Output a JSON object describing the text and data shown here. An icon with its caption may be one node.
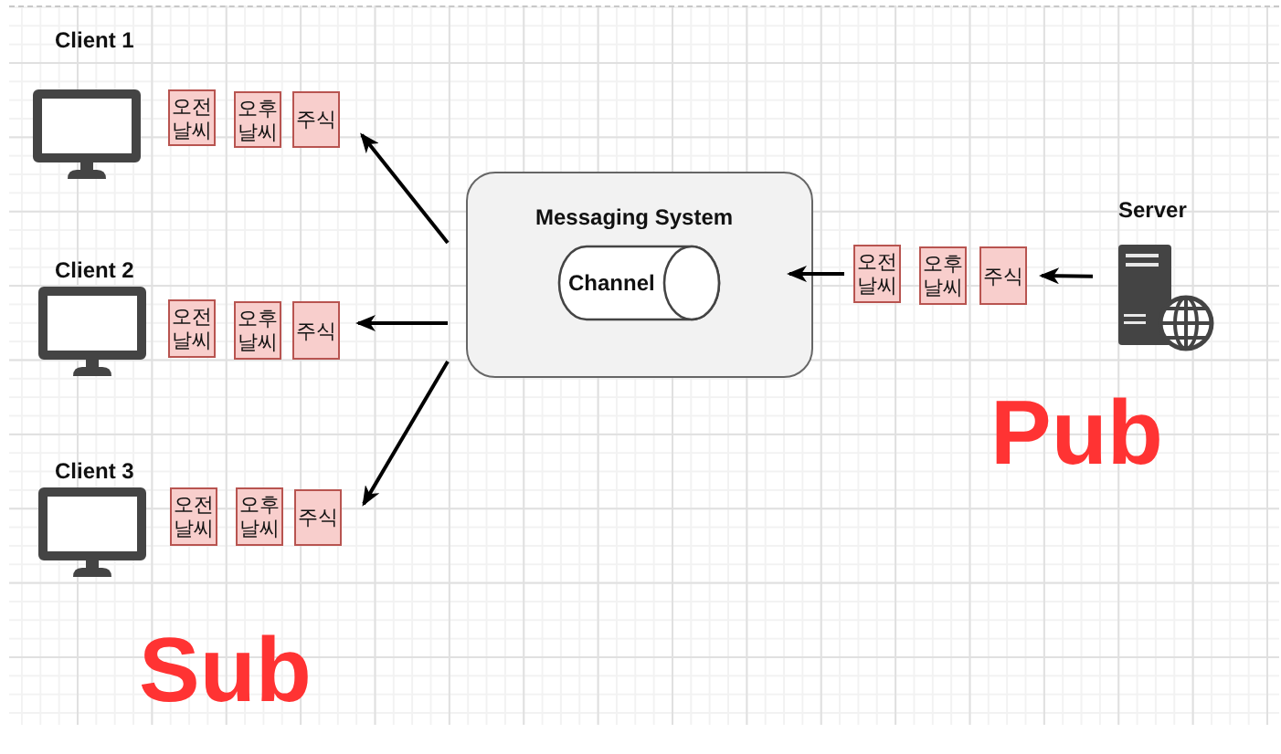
{
  "diagram": {
    "nodes": [
      {
        "text": [
          "Client 1"
        ]
      },
      {
        "text": [
          "오전 날씨"
        ]
      },
      {
        "text": [
          "오후 날씨"
        ]
      },
      {
        "text": [
          "주식"
        ]
      },
      {
        "text": [
          "Messaging System"
        ]
      },
      {
        "text": [
          "Channel"
        ],
        "in": 4
      },
      {
        "text": [
          "Server"
        ]
      },
      {
        "text": [
          "오전 날씨"
        ]
      },
      {
        "text": [
          "오후 날씨"
        ]
      },
      {
        "text": [
          "주식"
        ]
      },
      {
        "text": [
          "Client 2"
        ]
      },
      {
        "text": [
          "오전 날씨"
        ]
      },
      {
        "text": [
          "오후 날씨"
        ]
      },
      {
        "text": [
          "주식"
        ]
      },
      {
        "text": [
          "Client 3"
        ]
      },
      {
        "text": [
          "오전 날씨"
        ]
      },
      {
        "text": [
          "오후 날씨"
        ]
      },
      {
        "text": [
          "주식"
        ]
      }
    ],
    "edges": [
      {
        "from": 6,
        "to": 9,
        "arrow": "to"
      },
      {
        "from": 7,
        "to": 4,
        "arrow": "to"
      },
      {
        "from": 4,
        "to": 3,
        "arrow": "to"
      },
      {
        "from": 4,
        "to": 13,
        "arrow": "to"
      },
      {
        "from": 4,
        "to": 17,
        "arrow": "to"
      }
    ],
    "labels": [
      "Pub",
      "Sub"
    ]
  }
}
